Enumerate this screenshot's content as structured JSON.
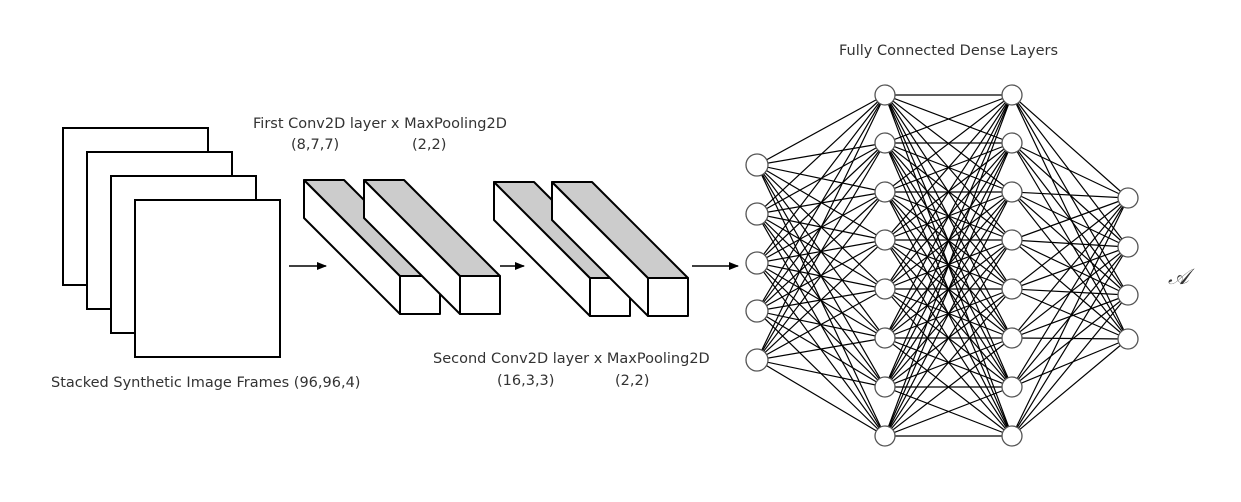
{
  "labels": {
    "frames": "Stacked Synthetic Image Frames (96,96,4)",
    "first_layer": "First Conv2D layer x MaxPooling2D",
    "first_conv_shape": "(8,7,7)",
    "first_pool_shape": "(2,2)",
    "second_layer": "Second Conv2D layer x MaxPooling2D",
    "second_conv_shape": "(16,3,3)",
    "second_pool_shape": "(2,2)",
    "dense_title": "Fully Connected Dense Layers",
    "output_symbol": "𝒜"
  },
  "network": {
    "layer_sizes": [
      5,
      8,
      8,
      4
    ]
  },
  "stack_frame_count": 4
}
